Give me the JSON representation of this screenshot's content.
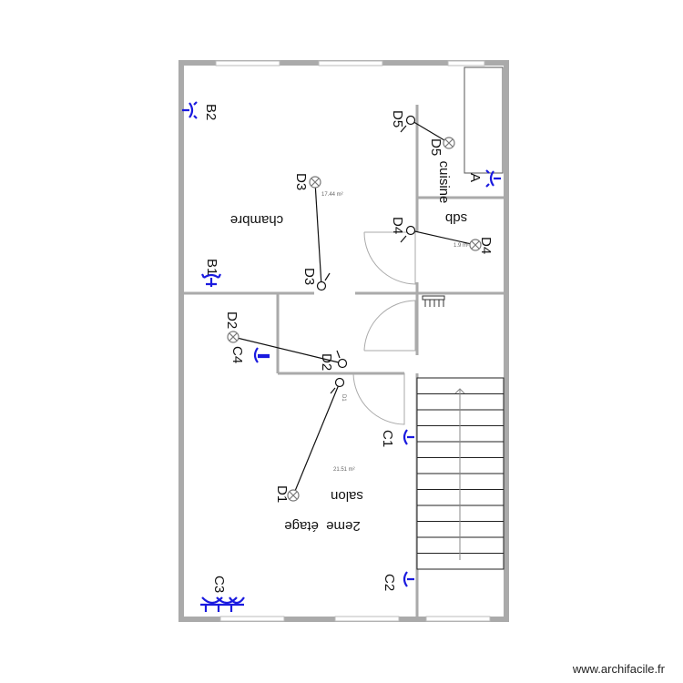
{
  "plan": {
    "level_label": "2eme  étage",
    "rooms": [
      {
        "name": "chambre",
        "area": "17.44 m²"
      },
      {
        "name": "cuisine",
        "area": ""
      },
      {
        "name": "sdb",
        "area": "1.9 m²"
      },
      {
        "name": "salon",
        "area": "21.51 m²"
      }
    ],
    "labels": {
      "B2": "B2",
      "B1": "B1",
      "A": "A",
      "D5a": "D5",
      "D5b": "D5",
      "D3a": "D3",
      "D3b": "D3",
      "D4a": "D4",
      "D4b": "D4",
      "D2a": "D2",
      "D2b": "D2",
      "D1a": "D1",
      "D1b": "D1",
      "C1": "C1",
      "C2": "C2",
      "C3": "C3",
      "C4": "C4"
    },
    "colors": {
      "wall": "#aaaaaa",
      "socket": "#1a1adf",
      "line": "#111111"
    }
  },
  "watermark": "www.archifacile.fr"
}
